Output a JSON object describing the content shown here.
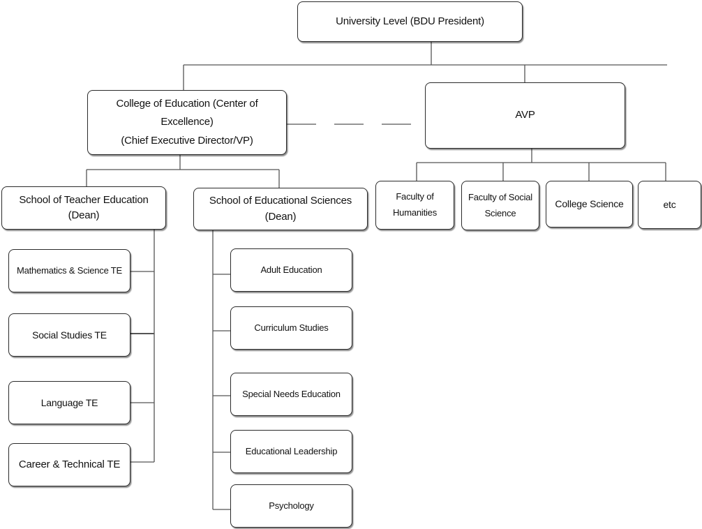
{
  "university": "University Level (BDU President)",
  "college_of_education": {
    "line1": "College of Education (Center of Excellence)",
    "line2": "(Chief Executive Director/VP)"
  },
  "avp": "AVP",
  "school_teacher_education": "School of Teacher Education (Dean)",
  "school_educational_sciences": "School of Educational Sciences (Dean)",
  "avp_units": [
    {
      "line1": "Faculty of",
      "line2": "Humanities"
    },
    {
      "line1": "Faculty of Social",
      "line2": "Science"
    },
    {
      "line1": "College Science"
    },
    {
      "line1": "etc"
    }
  ],
  "teacher_education_departments": [
    "Mathematics & Science TE",
    "Social Studies TE",
    "Language TE",
    "Career & Technical TE"
  ],
  "educational_sciences_departments": [
    "Adult Education",
    "Curriculum Studies",
    "Special Needs Education",
    "Educational Leadership",
    "Psychology"
  ]
}
